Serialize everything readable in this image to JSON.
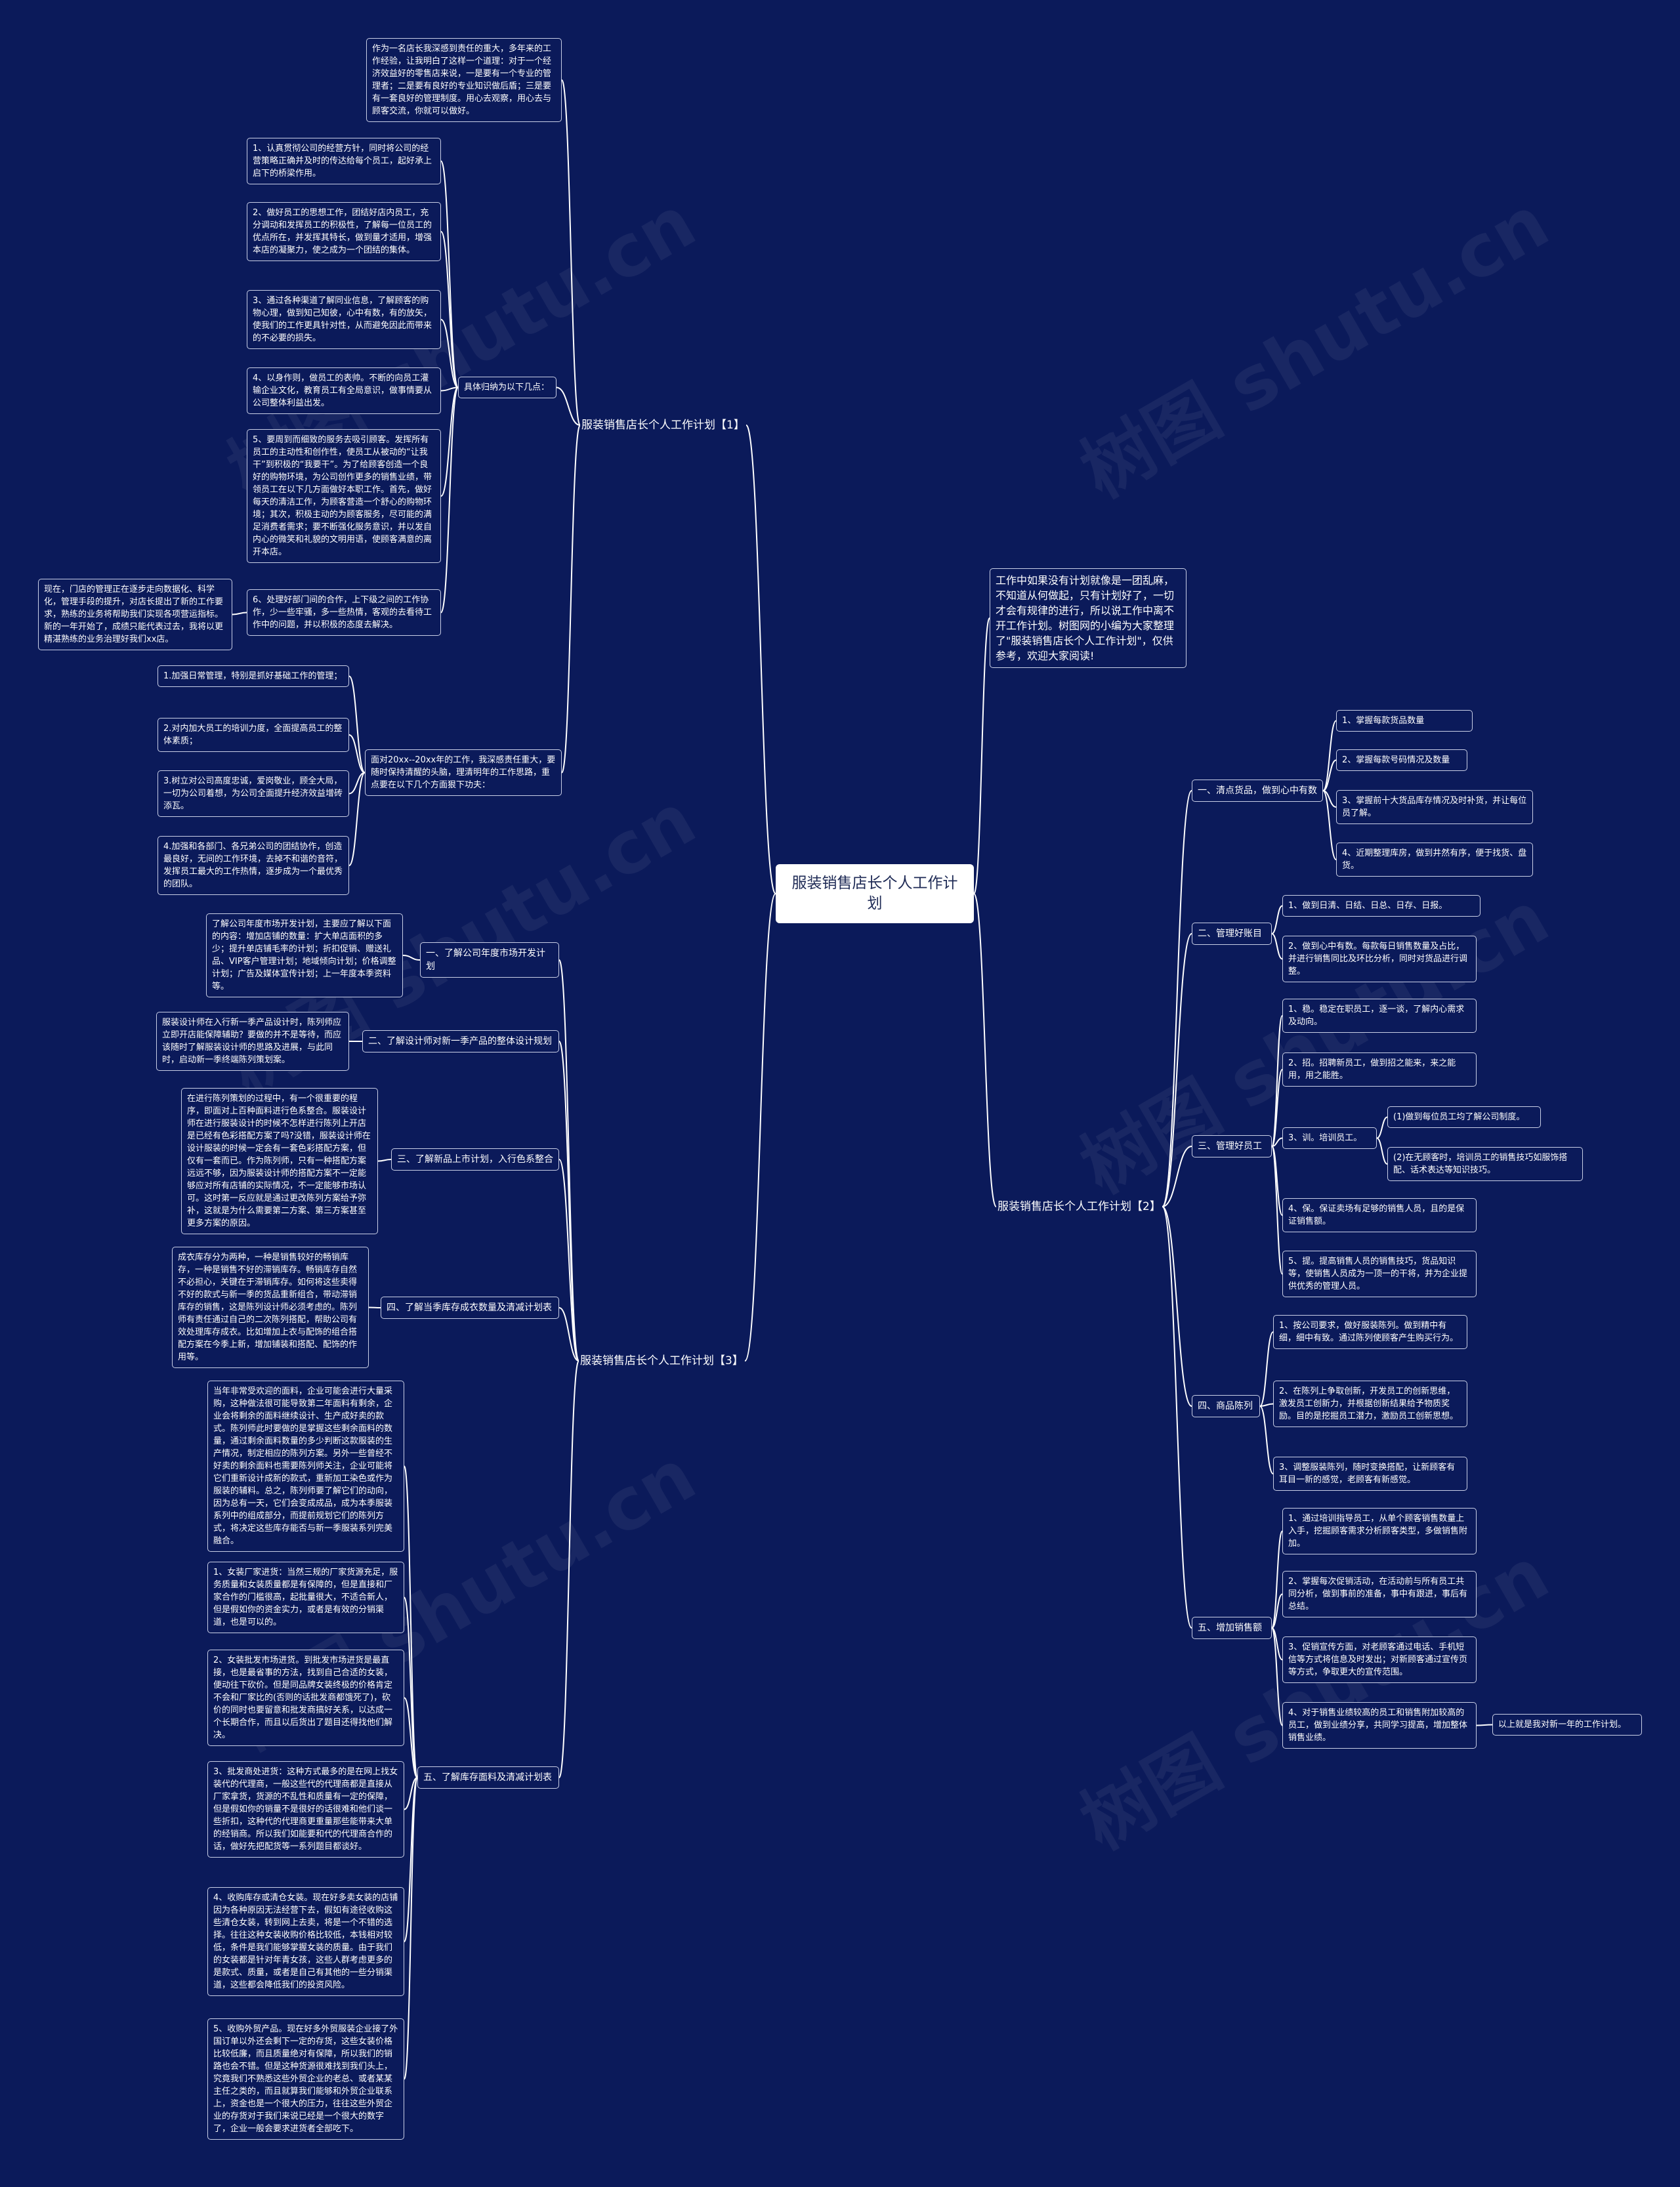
{
  "watermark": "树图 shutu.cn",
  "colors": {
    "background": "#0b1a5a",
    "line": "#ffffff",
    "node_border": "#c9cfe6",
    "root_bg": "#ffffff",
    "root_text": "#1e2a55"
  },
  "root": "服装销售店长个人工作计划",
  "intro": "工作中如果没有计划就像是一团乱麻，不知道从何做起，只有计划好了，一切才会有规律的进行，所以说工作中离不开工作计划。树图网的小编为大家整理了\"服装销售店长个人工作计划\"，仅供参考，欢迎大家阅读!",
  "topic1": {
    "title": "服装销售店长个人工作计划【1】",
    "intro": "作为一名店长我深感到责任的重大，多年来的工作经验，让我明白了这样一个道理：对于一个经济效益好的零售店来说，一是要有一个专业的管理者；二是要有良好的专业知识做后盾；三是要有一套良好的管理制度。用心去观察，用心去与顾客交流，你就可以做好。",
    "label": "具体归纳为以下几点：",
    "points": [
      "1、认真贯彻公司的经营方针，同时将公司的经营策略正确并及时的传达给每个员工，起好承上启下的桥梁作用。",
      "2、做好员工的思想工作，团结好店内员工，充分调动和发挥员工的积极性，了解每一位员工的优点所在，并发挥其特长，做到量才适用，增强本店的凝聚力，使之成为一个团结的集体。",
      "3、通过各种渠道了解同业信息，了解顾客的购物心理，做到知己知彼，心中有数，有的放矢，使我们的工作更具针对性，从而避免因此而带来的不必要的损失。",
      "4、以身作则，做员工的表帅。不断的向员工灌输企业文化，教育员工有全局意识，做事情要从公司整体利益出发。",
      "5、要周到而细致的服务去吸引顾客。发挥所有员工的主动性和创作性，使员工从被动的“让我干”到积极的“我要干”。为了给顾客创造一个良好的购物环境，为公司创作更多的销售业绩，带领员工在以下几方面做好本职工作。首先，做好每天的清洁工作，为顾客营造一个舒心的购物环境；其次，积极主动的为顾客服务，尽可能的满足消费者需求；要不断强化服务意识，并以发自内心的微笑和礼貌的文明用语，使顾客满意的离开本店。",
      "6、处理好部门间的合作，上下级之间的工作协作，少一些牢骚，多一些热情，客观的去看待工作中的问题，并以积极的态度去解决。"
    ],
    "side_note": "现在，门店的管理正在逐步走向数据化、科学化，管理手段的提升，对店长提出了新的工作要求，熟练的业务将帮助我们实现各项营运指标。新的一年开始了，成绩只能代表过去，我将以更精湛熟练的业务治理好我们xx店。",
    "year_intro": "面对20xx--20xx年的工作，我深感责任重大，要随时保持清醒的头脑，理清明年的工作思路，重点要在以下几个方面狠下功夫：",
    "year_points": [
      "1.加强日常管理，特别是抓好基础工作的管理；",
      "2.对内加大员工的培训力度，全面提高员工的整体素质；",
      "3.树立对公司高度忠诚，爱岗敬业，顾全大局，一切为公司着想，为公司全面提升经济效益增砖添瓦。",
      "4.加强和各部门、各兄弟公司的团结协作，创造最良好，无间的工作环境，去掉不和谐的音符，发挥员工最大的工作热情，逐步成为一个最优秀的团队。"
    ]
  },
  "topic2": {
    "title": "服装销售店长个人工作计划【2】",
    "sections": [
      {
        "label": "一、清点货品，做到心中有数",
        "items": [
          "1、掌握每款货品数量",
          "2、掌握每款号码情况及数量",
          "3、掌握前十大货品库存情况及时补货，并让每位员了解。",
          "4、近期整理库房，做到井然有序，便于找货、盘货。"
        ]
      },
      {
        "label": "二、管理好账目",
        "items": [
          "1、做到日清、日结、日总、日存、日报。",
          "2、做到心中有数。每款每日销售数量及占比，并进行销售同比及环比分析，同时对货品进行调整。"
        ]
      },
      {
        "label": "三、管理好员工",
        "items": [
          "1、稳。稳定在职员工，逐一谈，了解内心需求及动向。",
          "2、招。招聘新员工，做到招之能来，来之能用，用之能胜。",
          "3、训。培训员工。",
          "4、保。保证卖场有足够的销售人员，且的是保证销售额。",
          "5、提。提高销售人员的销售技巧，货品知识等，使销售人员成为一顶一的干将，并为企业提供优秀的管理人员。"
        ],
        "training": [
          "(1)做到每位员工均了解公司制度。",
          "(2)在无顾客时，培训员工的销售技巧如服饰搭配、话术表达等知识技巧。"
        ]
      },
      {
        "label": "四、商品陈列",
        "items": [
          "1、按公司要求，做好服装陈列。做到精中有细，细中有致。通过陈列使顾客产生购买行为。",
          "2、在陈列上争取创新，开发员工的创新思维，激发员工创新力，并根据创新结果给予物质奖励。目的是挖掘员工潜力，激励员工创新思想。",
          "3、调整服装陈列，随时变换搭配，让新顾客有耳目一新的感觉，老顾客有新感觉。"
        ]
      },
      {
        "label": "五、增加销售额",
        "items": [
          "1、通过培训指导员工，从单个顾客销售数量上入手，挖掘顾客需求分析顾客类型，多做销售附加。",
          "2、掌握每次促销活动，在活动前与所有员工共同分析，做到事前的准备，事中有跟进，事后有总结。",
          "3、促销宣传方面，对老顾客通过电话、手机短信等方式将信息及时发出；对新顾客通过宣传页等方式，争取更大的宣传范围。",
          "4、对于销售业绩较高的员工和销售附加较高的员工，做到业绩分享，共同学习提高，增加整体销售业绩。"
        ],
        "closing": "以上就是我对新一年的工作计划。"
      }
    ]
  },
  "topic3": {
    "title": "服装销售店长个人工作计划【3】",
    "sections": [
      {
        "label": "一、了解公司年度市场开发计划",
        "text": "了解公司年度市场开发计划，主要应了解以下面的内容：增加店铺的数量：扩大单店面积的多少；提升单店铺毛率的计划；折扣促销、赠送礼品、VIP客户管理计划；地域倾向计划；价格调整计划；广告及媒体宣传计划；上一年度本季资料等。"
      },
      {
        "label": "二、了解设计师对新一季产品的整体设计规划",
        "text": "服装设计师在入行新一季产品设计时，陈列师应立即开店能保障辅助？要做的并不是等待，而应该随时了解服装设计师的思路及进展，与此同时，启动新一季终端陈列策划案。"
      },
      {
        "label": "三、了解新品上市计划，入行色系整合",
        "text": "在进行陈列策划的过程中，有一个很重要的程序，即面对上百种面料进行色系整合。服装设计师在进行服装设计的时候不怎样进行陈列上开店是已经有色彩搭配方案了吗?没错，服装设计师在设计服装的时候一定会有一套色彩搭配方案，但仅有一套而已。作为陈列师，只有一种搭配方案远远不够，因为服装设计师的搭配方案不一定能够应对所有店铺的实际情况，不一定能够市场认可。这时第一反应就是通过更改陈列方案给予弥补，这就是为什么需要第二方案、第三方案甚至更多方案的原因。"
      },
      {
        "label": "四、了解当季库存成衣数量及清减计划表",
        "text": "成衣库存分为两种，一种是销售较好的畅销库存，一种是销售不好的滞销库存。畅销库存自然不必担心，关键在于滞销库存。如何将这些卖得不好的款式与新一季的货品重新组合，带动滞销库存的销售，这是陈列设计师必须考虑的。陈列师有责任通过自己的二次陈列搭配，帮助公司有效处理库存成衣。比如增加上衣与配饰的组合搭配方案在今季上新，增加铺装和搭配、配饰的作用等。"
      },
      {
        "label": "五、了解库存面料及清减计划表",
        "items": [
          "当年非常受欢迎的面料，企业可能会进行大量采购，这种做法很可能导致第二年面料有剩余，企业会将剩余的面料继续设计、生产成好卖的款式。陈列师此时要做的是掌握这些剩余面料的数量，通过剩余面料数量的多少判断这款服装的生产情况，制定相应的陈列方案。另外一些曾经不好卖的剩余面料也需要陈列师关注，企业可能将它们重新设计成新的款式，重新加工染色或作为服装的辅料。总之，陈列师要了解它们的动向，因为总有一天，它们会变成成品，成为本季服装系列中的组成部分，而提前规划它们的陈列方式，将决定这些库存能否与新一季服装系列完美融合。",
          "1、女装厂家进货：当然三规的厂家货源充足，服务质量和女装质量都是有保障的，但是直接和厂家合作的门槛很高，起批量很大，不适合新人，但是假如你的资金实力，或者是有效的分销渠道，也是可以的。",
          "2、女装批发市场进货。到批发市场进货是最直接，也是最省事的方法，找到自己合适的女装，便动往下砍价。但是同品牌女装终极的价格肯定不会和厂家比的(否则的话批发商都饿死了)，砍价的同时也要留意和批发商搞好关系，以达成一个长期合作，而且以后货出了题目还得找他们解决。",
          "3、批发商处进货：这种方式最多的是在网上找女装代的代理商，一般这些代的代理商都是直接从厂家拿货，货源的不乱性和质量有一定的保障，但是假如你的销量不是很好的话很难和他们谈一些折扣，这种代的代理商更重量那些能带来大单的经销商。所以我们如能要和代的代理商合作的话，做好先把配货等一系列题目都谈好。",
          "4、收购库存或清仓女装。现在好多卖女装的店铺因为各种原因无法经营下去，假如有途径收购这些清仓女装，转到网上去卖，将是一个不错的选择。往往这种女装收购价格比较低，本钱相对较低，条件是我们能够掌握女装的质量。由于我们的女装都是针对年青女孩，这些人群考虑更多的是款式、质量，或者是自己有其他的一些分销渠道，这些都会降低我们的投资风险。",
          "5、收购外贸产品。现在好多外贸服装企业接了外国订单以外还会剩下一定的存货，这些女装价格比较低廉，而且质量绝对有保障，所以我们的销路也会不错。但是这种货源很难找到我们头上，究竟我们不熟悉这些外贸企业的老总、或者某某主任之类的，而且就算我们能够和外贸企业联系上，资金也是一个很大的压力，往往这些外贸企业的存货对于我们来说已经是一个很大的数字了，企业一般会要求进货者全部吃下。"
        ]
      }
    ]
  }
}
